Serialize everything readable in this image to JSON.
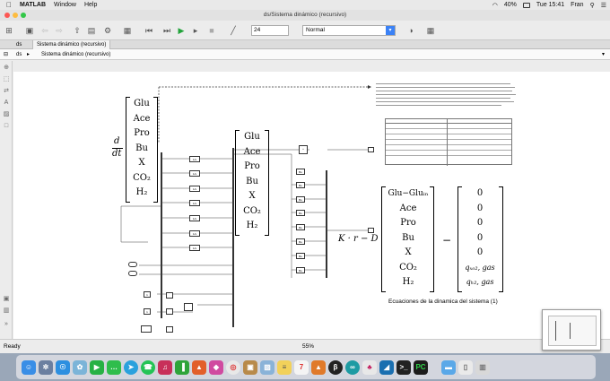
{
  "menubar": {
    "app": "MATLAB",
    "items": [
      "Window",
      "Help"
    ],
    "battery": "40%",
    "time": "Tue 15:41",
    "user": "Fran"
  },
  "window": {
    "title": "ds/Sistema dinámico (recursivo)"
  },
  "toolbar": {
    "stop_time": "24",
    "sim_mode": "Normal"
  },
  "tabs": [
    "ds",
    "Sistema dinámico (recursivo)"
  ],
  "breadcrumb": [
    "ds",
    "Sistema dinámico (recursivo)"
  ],
  "status": {
    "left": "Ready",
    "zoom": "55%"
  },
  "equation": {
    "d": "d",
    "dt": "dt",
    "state_vars": [
      "Glu",
      "Ace",
      "Pro",
      "Bu",
      "X",
      "CO₂",
      "H₂"
    ],
    "state_vars2": [
      "Glu",
      "Ace",
      "Pro",
      "Bu",
      "X",
      "CO₂",
      "H₂"
    ],
    "lhs3": [
      "Glu−Gluᵢₙ",
      "Ace",
      "Pro",
      "Bu",
      "X",
      "CO₂",
      "H₂"
    ],
    "kdr": "K · r − D",
    "minus": "−",
    "rhs": [
      "0",
      "0",
      "0",
      "0",
      "0",
      "qₓₒ₂, gas",
      "qₕ₂, gas"
    ],
    "caption": "Ecuaciones de la dinamica del sistema (1)"
  },
  "dock_icons": [
    "finder",
    "launchpad",
    "safari",
    "photos",
    "facetime",
    "messages",
    "telegram",
    "whatsapp",
    "music",
    "numbers",
    "keynote",
    "grapher",
    "chrome",
    "packages",
    "preview",
    "notes",
    "calendar",
    "matlab",
    "bittorrent",
    "arduino",
    "raspberry",
    "wireshark",
    "terminal",
    "pycharm",
    "folder",
    "trash"
  ]
}
